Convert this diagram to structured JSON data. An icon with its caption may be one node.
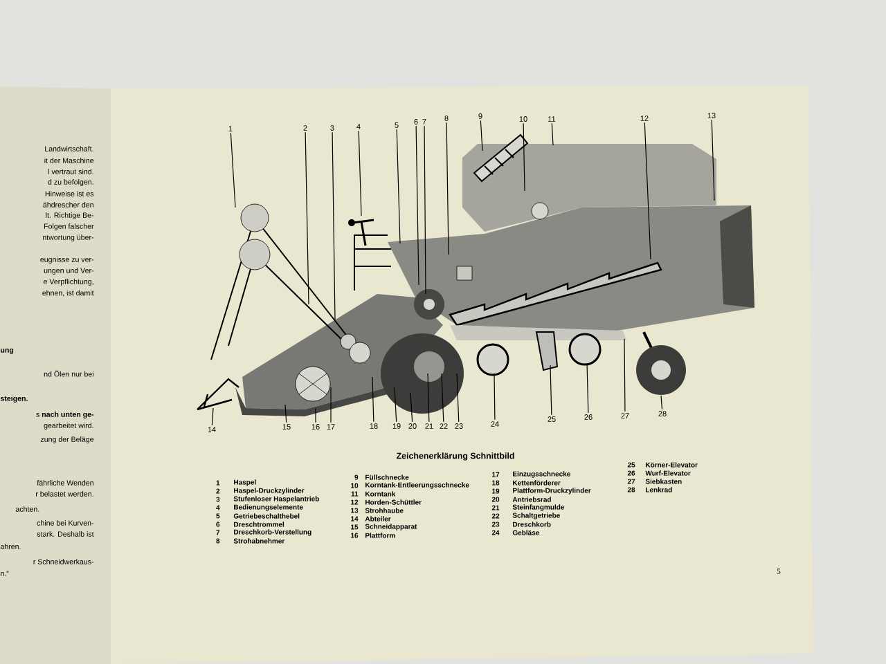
{
  "diagram": {
    "title": "Zeichenerklärung Schnittbild",
    "nodes": [
      {
        "text": [
          "1"
        ]
      },
      {
        "text": [
          "2"
        ]
      },
      {
        "text": [
          "3"
        ]
      },
      {
        "text": [
          "4"
        ]
      },
      {
        "text": [
          "5"
        ]
      },
      {
        "text": [
          "6"
        ]
      },
      {
        "text": [
          "7"
        ]
      },
      {
        "text": [
          "8"
        ]
      },
      {
        "text": [
          "9"
        ]
      },
      {
        "text": [
          "10"
        ]
      },
      {
        "text": [
          "11"
        ]
      },
      {
        "text": [
          "12"
        ]
      },
      {
        "text": [
          "13"
        ]
      },
      {
        "text": [
          "14"
        ]
      },
      {
        "text": [
          "15"
        ]
      },
      {
        "text": [
          "16"
        ]
      },
      {
        "text": [
          "17"
        ]
      },
      {
        "text": [
          "18"
        ]
      },
      {
        "text": [
          "19"
        ]
      },
      {
        "text": [
          "20"
        ]
      },
      {
        "text": [
          "21"
        ]
      },
      {
        "text": [
          "22"
        ]
      },
      {
        "text": [
          "23"
        ]
      },
      {
        "text": [
          "24"
        ]
      },
      {
        "text": [
          "25"
        ]
      },
      {
        "text": [
          "26"
        ]
      },
      {
        "text": [
          "27"
        ]
      },
      {
        "text": [
          "28"
        ]
      }
    ],
    "edges": [
      {
        "from": 0,
        "to": null,
        "arrow": "none"
      },
      {
        "from": 1,
        "to": null,
        "arrow": "none"
      },
      {
        "from": 2,
        "to": null,
        "arrow": "none"
      },
      {
        "from": 3,
        "to": null,
        "arrow": "none"
      },
      {
        "from": 4,
        "to": null,
        "arrow": "none"
      },
      {
        "from": 5,
        "to": null,
        "arrow": "none"
      },
      {
        "from": 6,
        "to": null,
        "arrow": "none"
      },
      {
        "from": 7,
        "to": null,
        "arrow": "none"
      },
      {
        "from": 8,
        "to": null,
        "arrow": "none"
      },
      {
        "from": 9,
        "to": null,
        "arrow": "none"
      },
      {
        "from": 10,
        "to": null,
        "arrow": "none"
      },
      {
        "from": 11,
        "to": null,
        "arrow": "none"
      },
      {
        "from": 12,
        "to": null,
        "arrow": "none"
      },
      {
        "from": 13,
        "to": null,
        "arrow": "none"
      },
      {
        "from": 14,
        "to": null,
        "arrow": "none"
      },
      {
        "from": 15,
        "to": null,
        "arrow": "none"
      },
      {
        "from": 16,
        "to": null,
        "arrow": "none"
      },
      {
        "from": 17,
        "to": null,
        "arrow": "none"
      },
      {
        "from": 18,
        "to": null,
        "arrow": "none"
      },
      {
        "from": 19,
        "to": null,
        "arrow": "none"
      },
      {
        "from": 20,
        "to": null,
        "arrow": "none"
      },
      {
        "from": 21,
        "to": null,
        "arrow": "none"
      },
      {
        "from": 22,
        "to": null,
        "arrow": "none"
      },
      {
        "from": 23,
        "to": null,
        "arrow": "none"
      },
      {
        "from": 24,
        "to": null,
        "arrow": "none"
      },
      {
        "from": 25,
        "to": null,
        "arrow": "none"
      },
      {
        "from": 26,
        "to": null,
        "arrow": "none"
      },
      {
        "from": 27,
        "to": null,
        "arrow": "none"
      }
    ],
    "labels": [
      "Landwirtschaft.",
      "it der Maschine",
      "l vertraut sind.",
      "d zu befolgen.",
      "Hinweise ist es",
      "ähdrescher den",
      "lt. Richtige Be-",
      "Folgen falscher",
      "ntwortung über-",
      "eugnisse zu ver-",
      "ungen und Ver-",
      "e Verpflichtung,",
      "ehnen, ist damit",
      "ung",
      "nd Ölen nur bei",
      "steigen.",
      "s **nach unten ge-**",
      "gearbeitet wird.",
      "zung der Beläge",
      "fährliche Wenden",
      "r belastet werden.",
      "achten.",
      "chine bei Kurven-",
      "stark. Deshalb ist",
      "ahren.",
      "r Schneidwerkaus-",
      "n.“",
      "1",
      "Haspel",
      "2",
      "Haspel-Druckzylinder",
      "3",
      "Stufenloser Haspelantrieb",
      "4",
      "Bedienungselemente",
      "5",
      "Getriebeschalthebel",
      "6",
      "Dreschtrommel",
      "7",
      "Dreschkorb-Verstellung",
      "8",
      "Strohabnehmer",
      "9",
      "Füllschnecke",
      "10",
      "Korntank-Entleerungsschnecke",
      "11",
      "Korntank",
      "12",
      "Horden-Schüttler",
      "13",
      "Strohhaube",
      "14",
      "Abteiler",
      "15",
      "Schneidapparat",
      "16",
      "Plattform",
      "17",
      "Einzugsschnecke",
      "18",
      "Kettenförderer",
      "19",
      "Plattform-Druckzylinder",
      "20",
      "Antriebsrad",
      "21",
      "Steinfangmulde",
      "22",
      "Schaltgetriebe",
      "23",
      "Dreschkorb",
      "24",
      "Gebläse",
      "25",
      "Körner-Elevator",
      "26",
      "Wurf-Elevator",
      "27",
      "Siebkasten",
      "28",
      "Lenkrad",
      "5"
    ]
  }
}
